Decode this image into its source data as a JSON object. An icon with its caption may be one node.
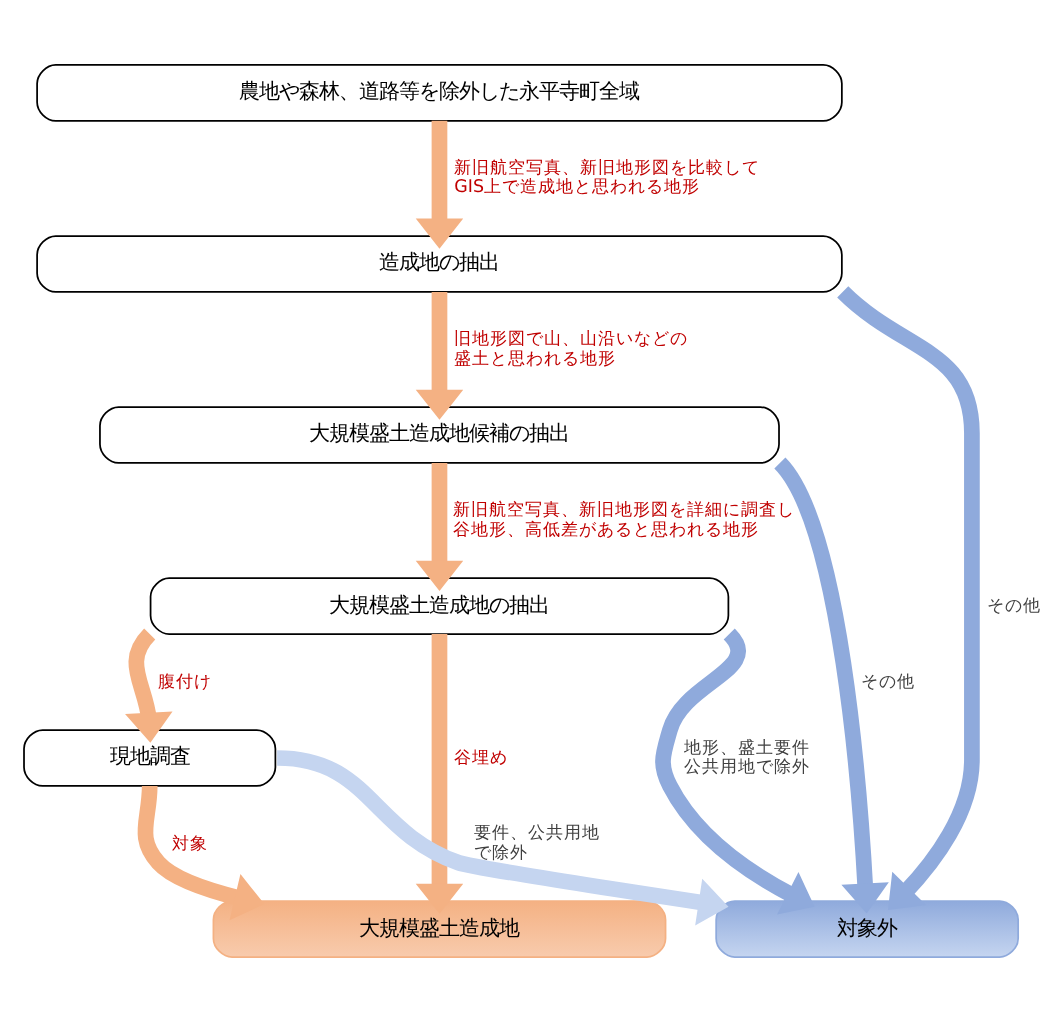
{
  "diagram": {
    "nodes": [
      {
        "text": [
          "農地や森林、道路等を除外した永平寺町全域"
        ]
      },
      {
        "text": [
          "造成地の抽出"
        ]
      },
      {
        "text": [
          "大規模盛土造成地候補の抽出"
        ]
      },
      {
        "text": [
          "大規模盛土造成地の抽出"
        ]
      },
      {
        "text": [
          "現地調査"
        ]
      },
      {
        "text": [
          "大規模盛土造成地"
        ]
      },
      {
        "text": [
          "対象外"
        ]
      }
    ],
    "edges": [
      {
        "from": 0,
        "to": 1,
        "arrow": "to",
        "label": "新旧航空写真、新旧地形図を比較してGIS上で造成地と思われる地形"
      },
      {
        "from": 1,
        "to": 2,
        "arrow": "to",
        "label": "旧地形図で山、山沿いなどの盛土と思われる地形"
      },
      {
        "from": 1,
        "to": 6,
        "arrow": "to",
        "label": "その他",
        "color": "#8faadc"
      },
      {
        "from": 2,
        "to": 3,
        "arrow": "to",
        "label": "新旧航空写真、新旧地形図を詳細に調査し谷地形、高低差があると思われる地形"
      },
      {
        "from": 2,
        "to": 6,
        "arrow": "to",
        "label": "その他",
        "color": "#8faadc"
      },
      {
        "from": 3,
        "to": 4,
        "arrow": "to",
        "label": "腹付け"
      },
      {
        "from": 3,
        "to": 5,
        "arrow": "to",
        "label": "谷埋め"
      },
      {
        "from": 3,
        "to": 6,
        "arrow": "to",
        "label": "地形、盛土要件公共用地で除外",
        "color": "#8faadc"
      },
      {
        "from": 4,
        "to": 6,
        "arrow": "to",
        "label": "要件、公共用地で除外",
        "color": "#c5d5f0"
      },
      {
        "from": 4,
        "to": 5,
        "arrow": "to",
        "label": "対象"
      }
    ]
  }
}
